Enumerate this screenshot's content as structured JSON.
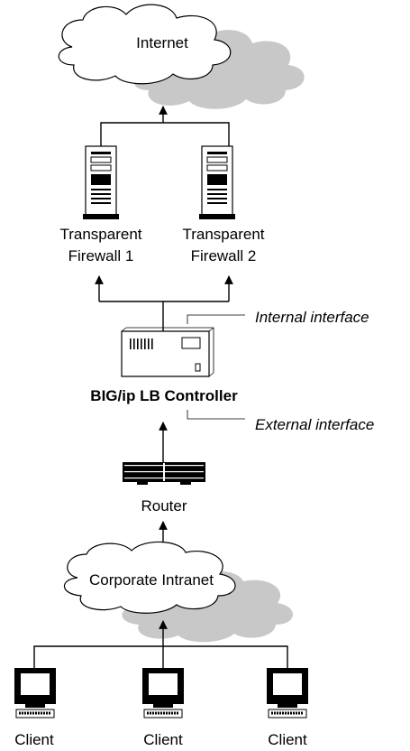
{
  "internet": {
    "label": "Internet"
  },
  "firewall_1": {
    "line1": "Transparent",
    "line2": "Firewall 1"
  },
  "firewall_2": {
    "line1": "Transparent",
    "line2": "Firewall 2"
  },
  "controller": {
    "label": "BIG/ip LB Controller"
  },
  "interfaces": {
    "internal": "Internal interface",
    "external": "External interface"
  },
  "router": {
    "label": "Router"
  },
  "intranet": {
    "label": "Corporate Intranet"
  },
  "clients": [
    {
      "label": "Client"
    },
    {
      "label": "Client"
    },
    {
      "label": "Client"
    }
  ]
}
